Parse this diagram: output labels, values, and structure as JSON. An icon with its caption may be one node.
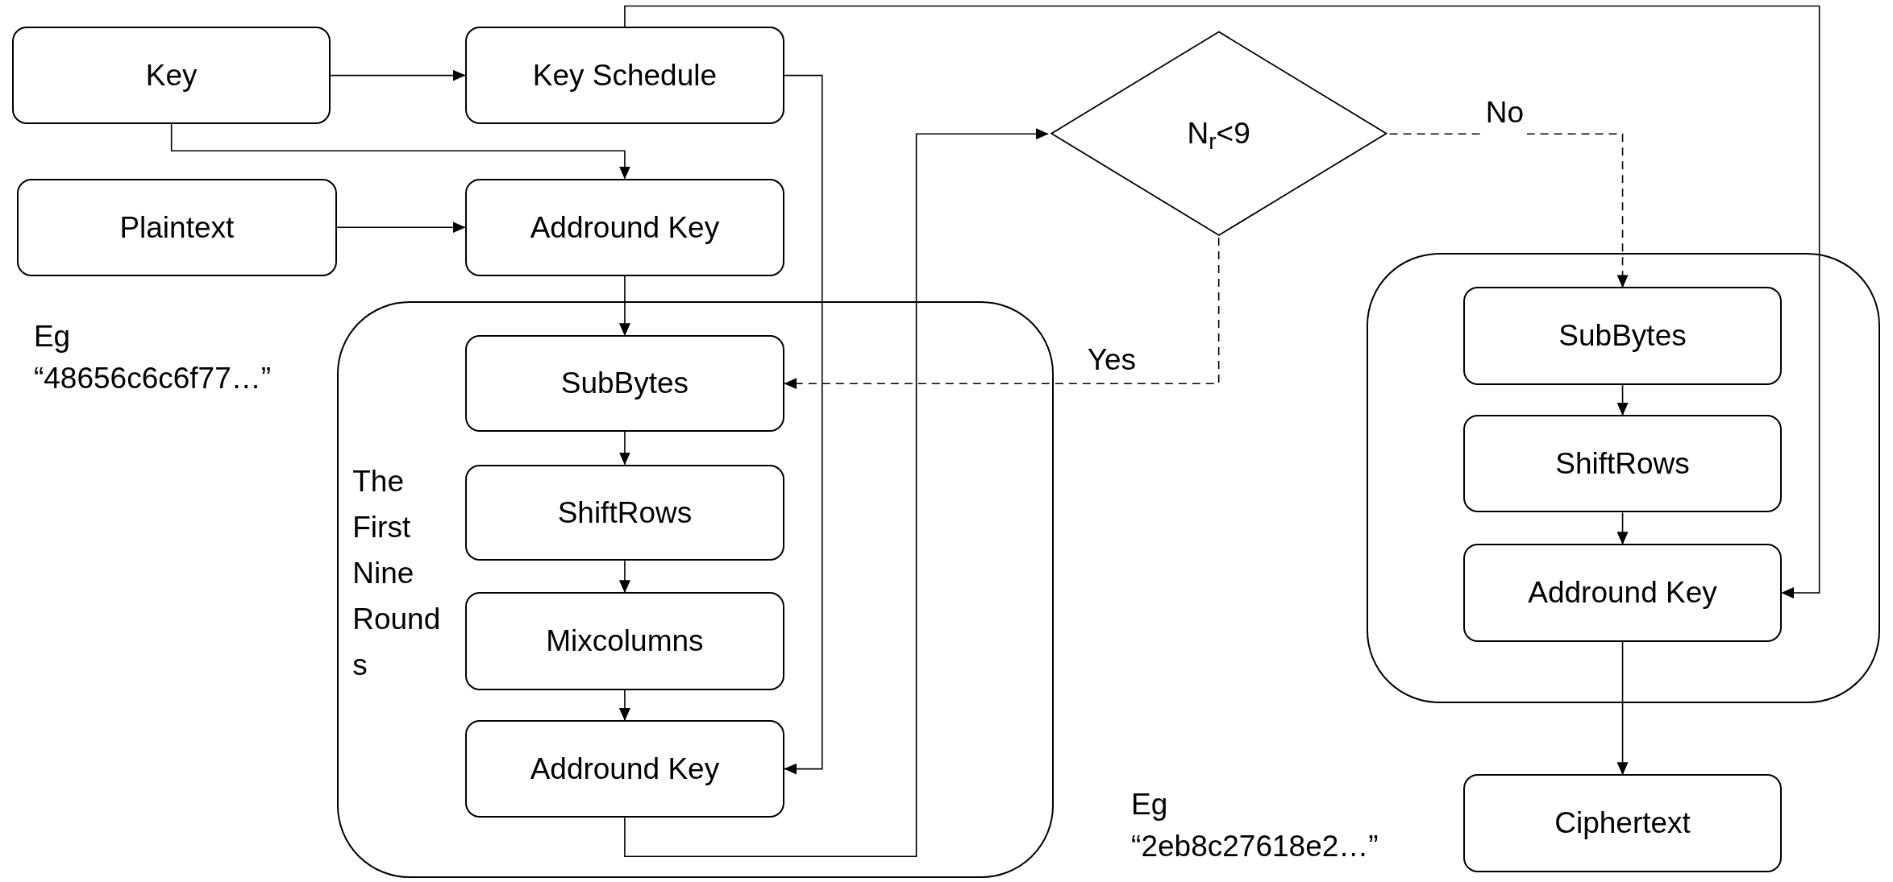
{
  "diagram": {
    "nodes": [
      {
        "text": [
          "Key"
        ]
      },
      {
        "text": [
          "Key Schedule"
        ]
      },
      {
        "text": [
          "Plaintext"
        ]
      },
      {
        "text": [
          "Addround Key"
        ]
      },
      {
        "text": [
          "The First Nine Rounds"
        ]
      },
      {
        "text": [
          "SubBytes"
        ],
        "in": 4
      },
      {
        "text": [
          "ShiftRows"
        ],
        "in": 4
      },
      {
        "text": [
          "Mixcolumns"
        ],
        "in": 4
      },
      {
        "text": [
          "Addround Key"
        ],
        "in": 4
      },
      {
        "text": [
          "N$_{r}$<9"
        ]
      },
      {
        "text": [],
        "shape": "box"
      },
      {
        "text": [
          "SubBytes"
        ],
        "in": 10
      },
      {
        "text": [
          "ShiftRows"
        ],
        "in": 10
      },
      {
        "text": [
          "Addround Key"
        ],
        "in": 10
      },
      {
        "text": [
          "Ciphertext"
        ]
      }
    ],
    "edges": [
      {
        "from": 0,
        "to": 1,
        "arrow": "to"
      },
      {
        "from": 0,
        "to": 3,
        "arrow": "to"
      },
      {
        "from": 2,
        "to": 3,
        "arrow": "to"
      },
      {
        "from": 1,
        "to": 8,
        "arrow": "to"
      },
      {
        "from": 1,
        "to": 13,
        "arrow": "to"
      },
      {
        "from": 3,
        "to": 5,
        "arrow": "to"
      },
      {
        "from": 5,
        "to": 6,
        "arrow": "to"
      },
      {
        "from": 6,
        "to": 7,
        "arrow": "to"
      },
      {
        "from": 7,
        "to": 8,
        "arrow": "to"
      },
      {
        "from": 8,
        "to": 9,
        "arrow": "to"
      },
      {
        "from": 9,
        "to": 5,
        "arrow": "to",
        "label": "Yes",
        "style": "dashed"
      },
      {
        "from": 9,
        "to": 11,
        "arrow": "to",
        "label": "No",
        "style": "dashed"
      },
      {
        "from": 11,
        "to": 12,
        "arrow": "to"
      },
      {
        "from": 12,
        "to": 13,
        "arrow": "to"
      },
      {
        "from": 13,
        "to": 14,
        "arrow": "to"
      }
    ],
    "labels": [
      "Eg “48656c6c6f77…”",
      "Eg “2eb8c27618e2…”"
    ]
  }
}
